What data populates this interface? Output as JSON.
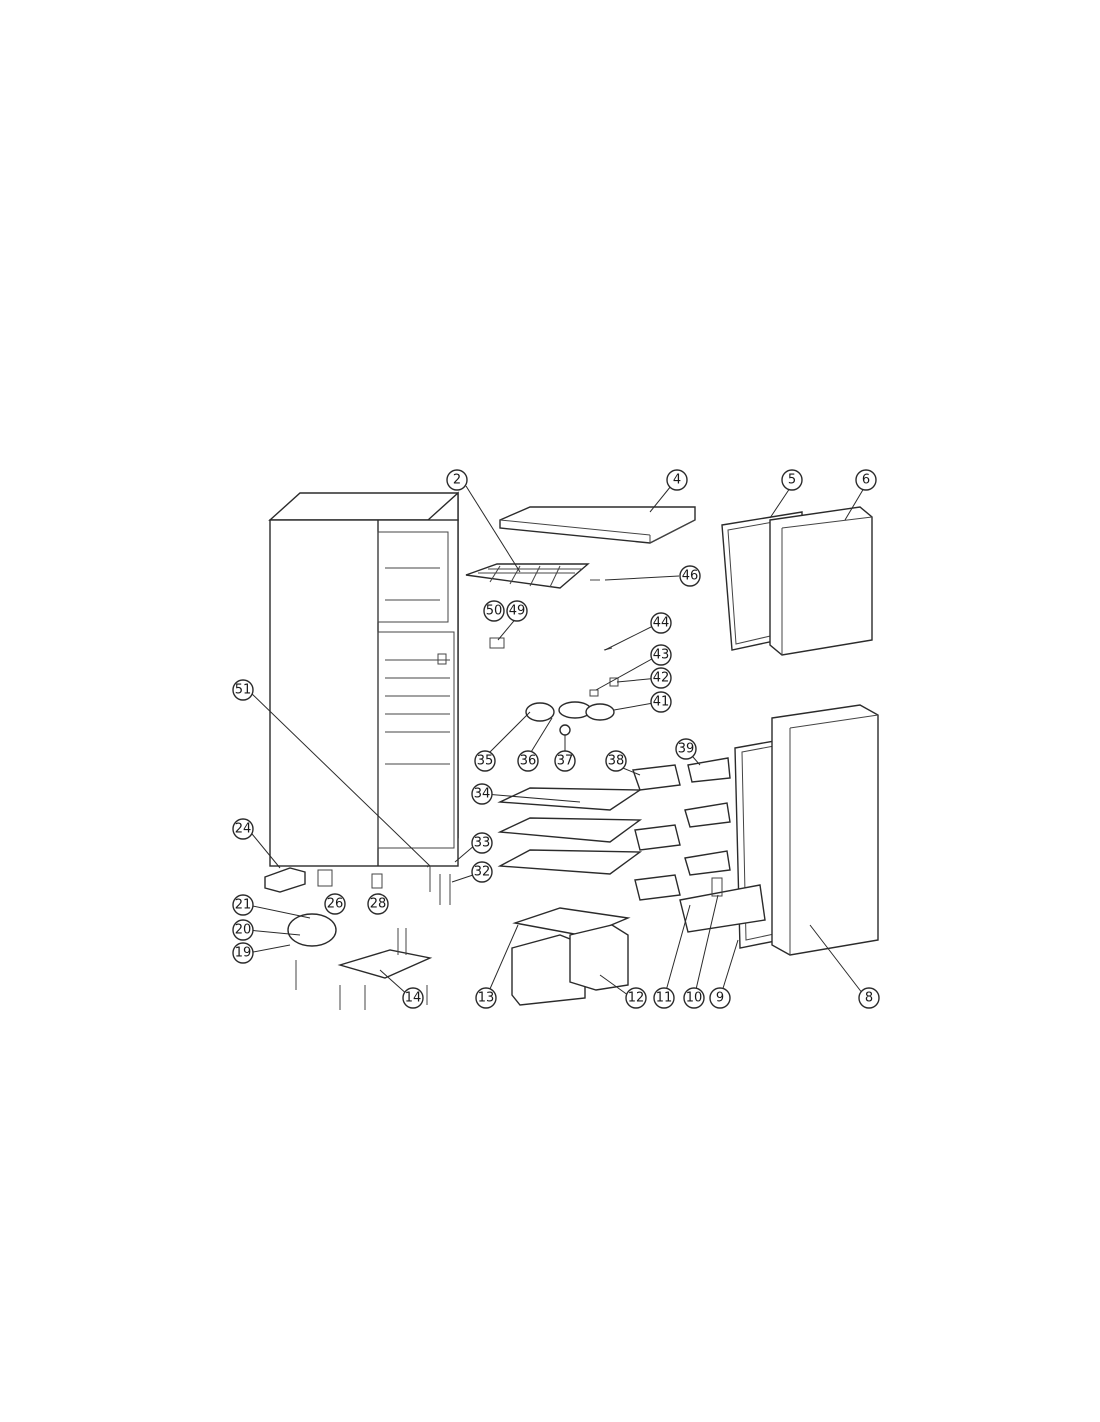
{
  "diagram": {
    "callouts": [
      {
        "id": "c2",
        "label": "2"
      },
      {
        "id": "c4",
        "label": "4"
      },
      {
        "id": "c5",
        "label": "5"
      },
      {
        "id": "c6",
        "label": "6"
      },
      {
        "id": "c46",
        "label": "46"
      },
      {
        "id": "c50",
        "label": "50"
      },
      {
        "id": "c49",
        "label": "49"
      },
      {
        "id": "c44",
        "label": "44"
      },
      {
        "id": "c43",
        "label": "43"
      },
      {
        "id": "c42",
        "label": "42"
      },
      {
        "id": "c41",
        "label": "41"
      },
      {
        "id": "c51",
        "label": "51"
      },
      {
        "id": "c35",
        "label": "35"
      },
      {
        "id": "c36",
        "label": "36"
      },
      {
        "id": "c37",
        "label": "37"
      },
      {
        "id": "c38",
        "label": "38"
      },
      {
        "id": "c39",
        "label": "39"
      },
      {
        "id": "c34",
        "label": "34"
      },
      {
        "id": "c33",
        "label": "33"
      },
      {
        "id": "c32",
        "label": "32"
      },
      {
        "id": "c24",
        "label": "24"
      },
      {
        "id": "c26",
        "label": "26"
      },
      {
        "id": "c28",
        "label": "28"
      },
      {
        "id": "c21",
        "label": "21"
      },
      {
        "id": "c20",
        "label": "20"
      },
      {
        "id": "c19",
        "label": "19"
      },
      {
        "id": "c14",
        "label": "14"
      },
      {
        "id": "c13",
        "label": "13"
      },
      {
        "id": "c12",
        "label": "12"
      },
      {
        "id": "c11",
        "label": "11"
      },
      {
        "id": "c10",
        "label": "10"
      },
      {
        "id": "c9",
        "label": "9"
      },
      {
        "id": "c8",
        "label": "8"
      }
    ]
  }
}
